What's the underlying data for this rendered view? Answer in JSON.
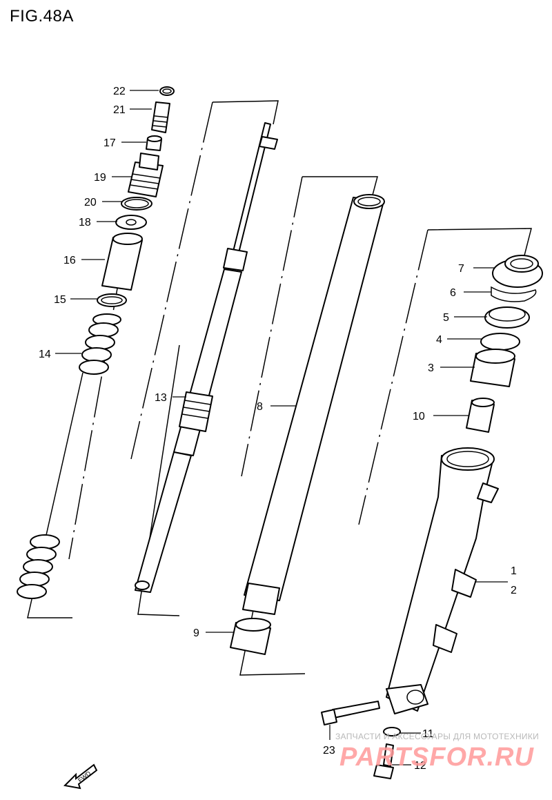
{
  "title": "FIG.48A",
  "callouts": [
    {
      "id": "22",
      "label": "22"
    },
    {
      "id": "21",
      "label": "21"
    },
    {
      "id": "17",
      "label": "17"
    },
    {
      "id": "19",
      "label": "19"
    },
    {
      "id": "20",
      "label": "20"
    },
    {
      "id": "18",
      "label": "18"
    },
    {
      "id": "16",
      "label": "16"
    },
    {
      "id": "15",
      "label": "15"
    },
    {
      "id": "14",
      "label": "14"
    },
    {
      "id": "13",
      "label": "13"
    },
    {
      "id": "8",
      "label": "8"
    },
    {
      "id": "9",
      "label": "9"
    },
    {
      "id": "7",
      "label": "7"
    },
    {
      "id": "6",
      "label": "6"
    },
    {
      "id": "5",
      "label": "5"
    },
    {
      "id": "4",
      "label": "4"
    },
    {
      "id": "3",
      "label": "3"
    },
    {
      "id": "10",
      "label": "10"
    },
    {
      "id": "1",
      "label": "1"
    },
    {
      "id": "2",
      "label": "2"
    },
    {
      "id": "11",
      "label": "11"
    },
    {
      "id": "23",
      "label": "23"
    },
    {
      "id": "12",
      "label": "12"
    }
  ],
  "fwd_label": "FWD",
  "watermark": {
    "line1": "ЗАПЧАСТИ И АКСЕССУАРЫ ДЛЯ МОТОТЕХНИКИ",
    "line2": "PARTSFOR.RU"
  }
}
